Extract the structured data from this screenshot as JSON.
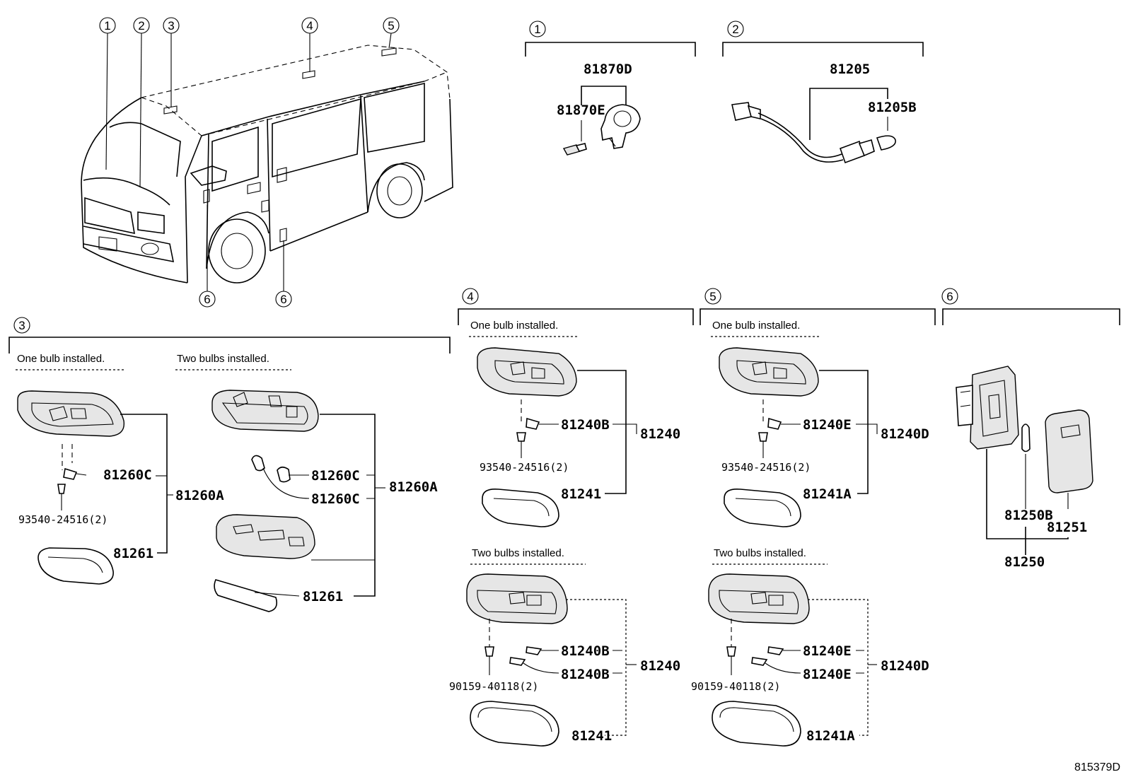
{
  "reference_number": "815379D",
  "circles": {
    "c1": "1",
    "c2": "2",
    "c3": "3",
    "c4": "4",
    "c5": "5",
    "c6": "6"
  },
  "notes": {
    "one_bulb": "One bulb installed.",
    "two_bulbs": "Two bulbs installed."
  },
  "parts": {
    "p81870D": "81870D",
    "p81870E": "81870E",
    "p81205": "81205",
    "p81205B": "81205B",
    "p81260A": "81260A",
    "p81260C": "81260C",
    "p81261": "81261",
    "p93540": "93540-24516(2)",
    "p81240": "81240",
    "p81240B": "81240B",
    "p81241": "81241",
    "p90159": "90159-40118(2)",
    "p81240D": "81240D",
    "p81240E": "81240E",
    "p81241A": "81241A",
    "p81250": "81250",
    "p81250B": "81250B",
    "p81251": "81251"
  }
}
